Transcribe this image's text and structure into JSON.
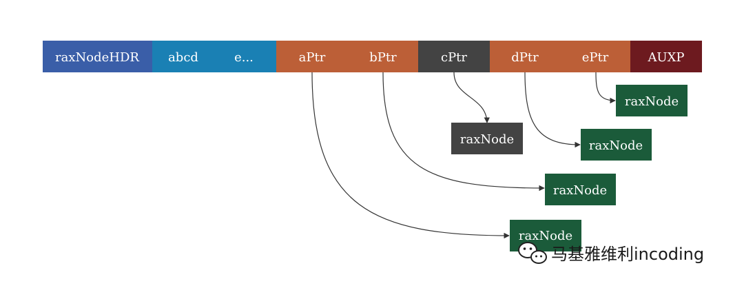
{
  "header_bar": {
    "segments": [
      {
        "label": "raxNodeHDR",
        "color": "#3a5ea8"
      },
      {
        "label": "abcd",
        "color": "#1a80b4"
      },
      {
        "label": "e...",
        "color": "#1a80b4"
      },
      {
        "label": "aPtr",
        "color": "#bc5f37"
      },
      {
        "label": "bPtr",
        "color": "#bc5f37"
      },
      {
        "label": "cPtr",
        "color": "#434343"
      },
      {
        "label": "dPtr",
        "color": "#bc5f37"
      },
      {
        "label": "ePtr",
        "color": "#bc5f37"
      },
      {
        "label": "AUXP",
        "color": "#6d1a1f"
      }
    ]
  },
  "nodes": [
    {
      "id": "node-c",
      "label": "raxNode",
      "color": "#434343",
      "from": "cPtr"
    },
    {
      "id": "node-e",
      "label": "raxNode",
      "color": "#1b5b3a",
      "from": "ePtr"
    },
    {
      "id": "node-d",
      "label": "raxNode",
      "color": "#1b5b3a",
      "from": "dPtr"
    },
    {
      "id": "node-b",
      "label": "raxNode",
      "color": "#1b5b3a",
      "from": "bPtr"
    },
    {
      "id": "node-a",
      "label": "raxNode",
      "color": "#1b5b3a",
      "from": "aPtr"
    }
  ],
  "watermark": {
    "text": "马基雅维利incoding",
    "icon": "wechat-icon"
  }
}
